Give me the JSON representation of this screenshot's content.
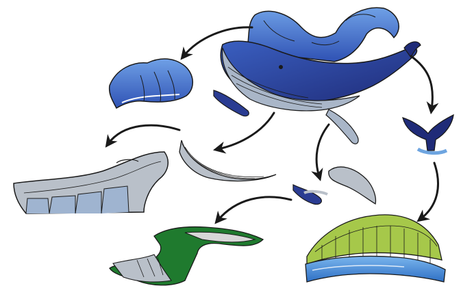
{
  "caption": "",
  "colors": {
    "ink": "#1a1a1a",
    "whale_navy": "#1f2b78",
    "whale_blue": "#3a5fc0",
    "wave_light": "#6fa0e6",
    "belly_grey": "#a9b6c8",
    "shell_grey": "#b9c0c9",
    "water_blue": "#4a8fd8",
    "moss_green": "#1f7a2e",
    "lime_green": "#a6c84a"
  },
  "pieces": [
    {
      "name": "whale-with-wave",
      "icon": "whale-icon"
    },
    {
      "name": "wave-crest",
      "icon": "wave-icon"
    },
    {
      "name": "whale-tail",
      "icon": "whale-tail-icon"
    },
    {
      "name": "whale-belly-strip",
      "icon": "belly-strip-icon"
    },
    {
      "name": "whale-fins",
      "icon": "fin-icon"
    },
    {
      "name": "shelter-roof",
      "icon": "shell-roof-icon"
    },
    {
      "name": "green-lounge-chair",
      "icon": "lounge-chair-icon"
    },
    {
      "name": "bridge-pavilion",
      "icon": "pavilion-icon"
    }
  ]
}
